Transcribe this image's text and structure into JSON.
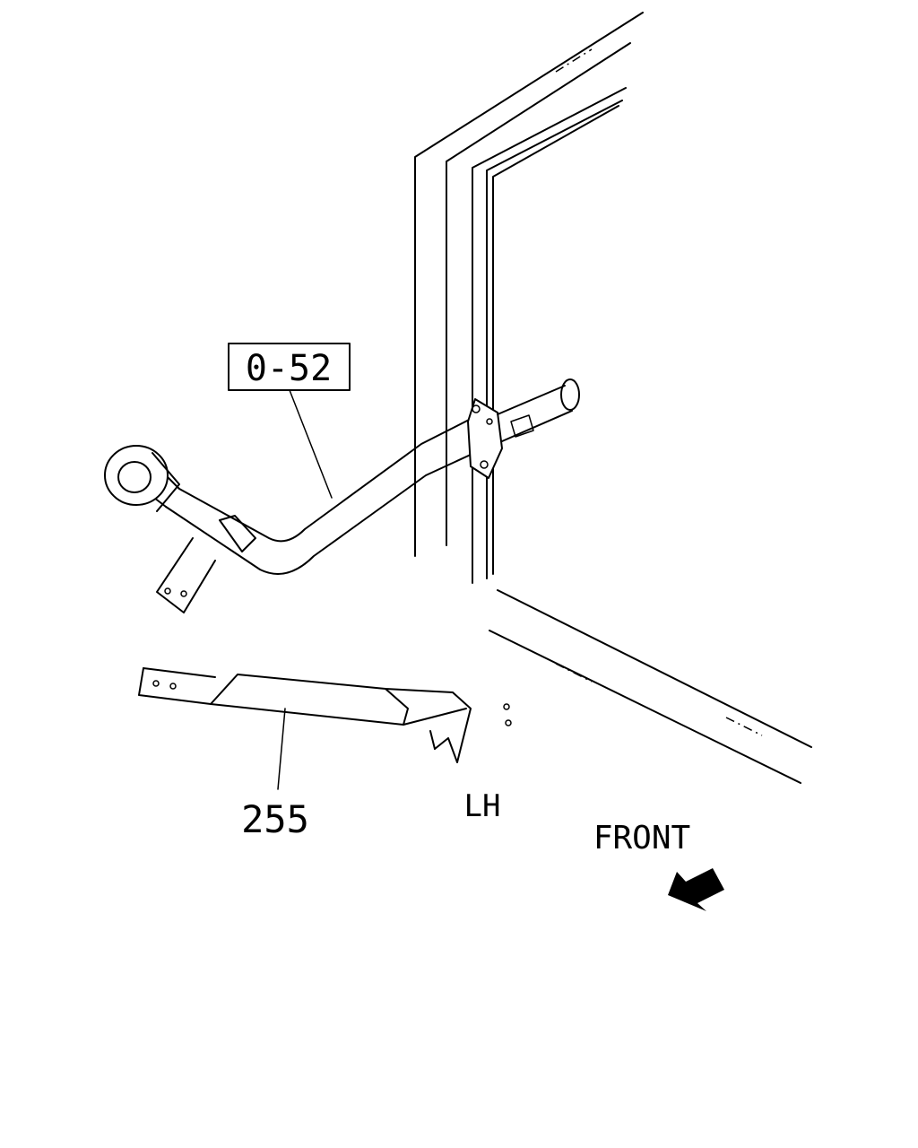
{
  "callouts": {
    "ref_box": "0-52",
    "part_number": "255",
    "side": "LH",
    "direction": "FRONT"
  },
  "colors": {
    "line": "#000000",
    "background": "#ffffff"
  }
}
